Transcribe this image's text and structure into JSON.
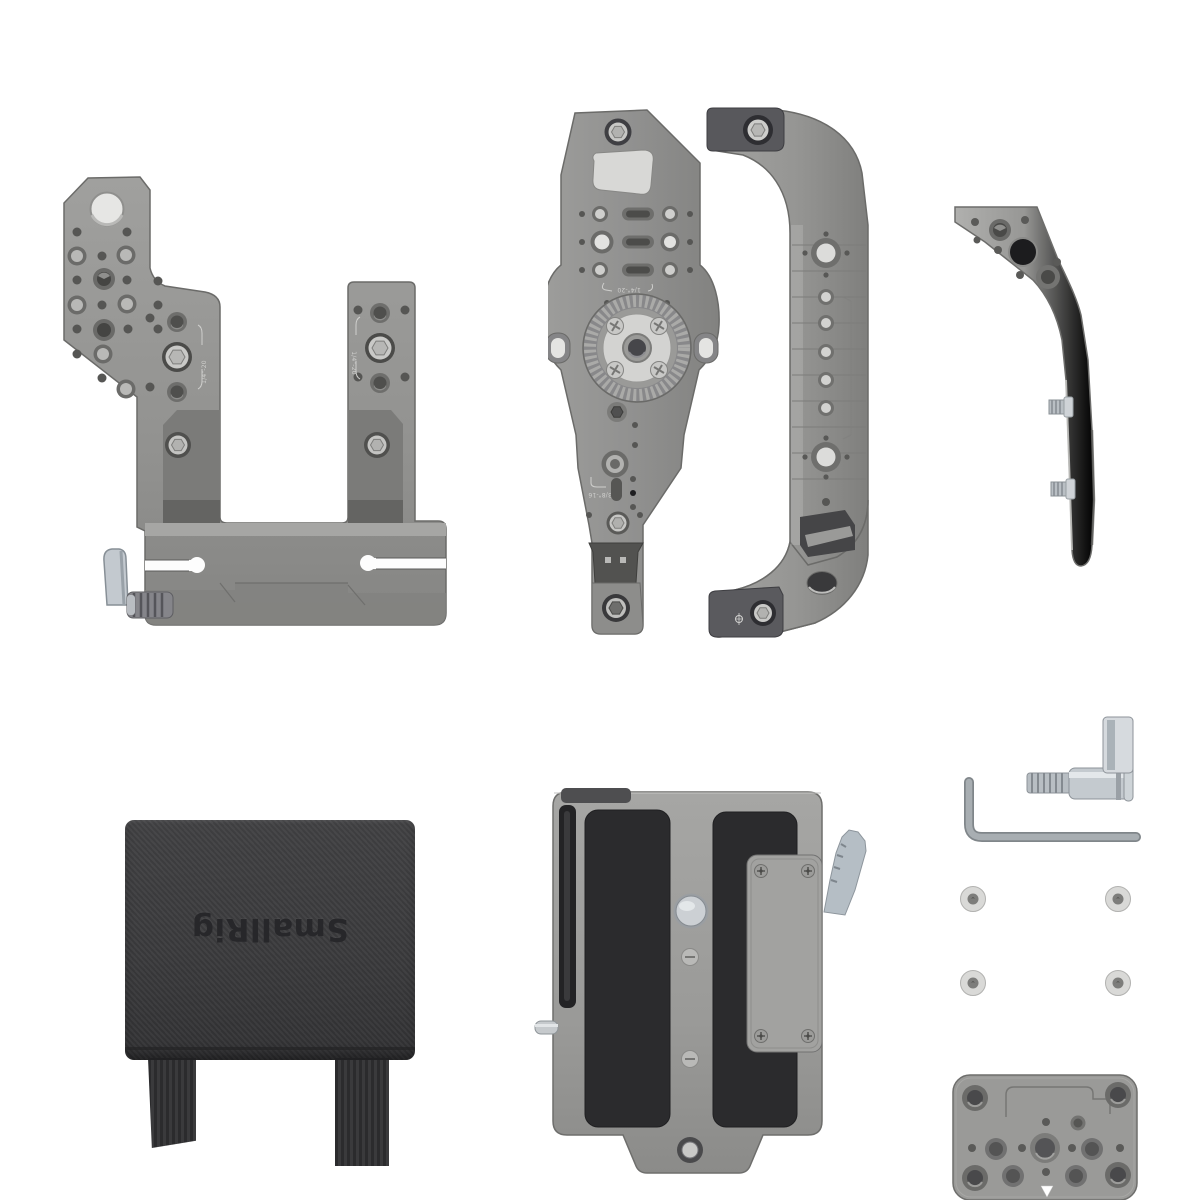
{
  "image": {
    "background_color": "#ffffff",
    "subject": "camera-rig-accessory-kit-parts-layout"
  },
  "brand": {
    "pouch_label": "SmallRig"
  },
  "markings": {
    "quarter_inch": "1/4\"-20",
    "three_eighths_inch": "3/8\"-16"
  },
  "colors": {
    "metal_gray": "#949492",
    "metal_dark": "#6e6e6c",
    "metal_light": "#c9c9c7",
    "recess_gray": "#7a7a78",
    "cap_charcoal": "#57575b",
    "pad_black": "#2c2c2e",
    "pouch_black": "#3b3b3d",
    "pouch_text": "#27272a",
    "hardware_silver": "#ccd0d4",
    "lever_silver": "#b6bfc6"
  },
  "parts": [
    {
      "id": "side-bracket",
      "label": "U-shaped side bracket with clamp and ratchet thumbscrew"
    },
    {
      "id": "rosette-plate",
      "label": "Side plate with rosette mount and threaded holes"
    },
    {
      "id": "handle-bracket",
      "label": "Curved rail bracket with mounting holes"
    },
    {
      "id": "support-bracket",
      "label": "Curved support bracket with two set screws"
    },
    {
      "id": "pouch",
      "label": "Black fabric accessory pouch with straps"
    },
    {
      "id": "baseplate",
      "label": "Quick-release baseplate with rubber pads and locking lever"
    },
    {
      "id": "hardware",
      "label": "Thumbscrew with lever, hex wrench, four screws, mounting plate"
    }
  ]
}
